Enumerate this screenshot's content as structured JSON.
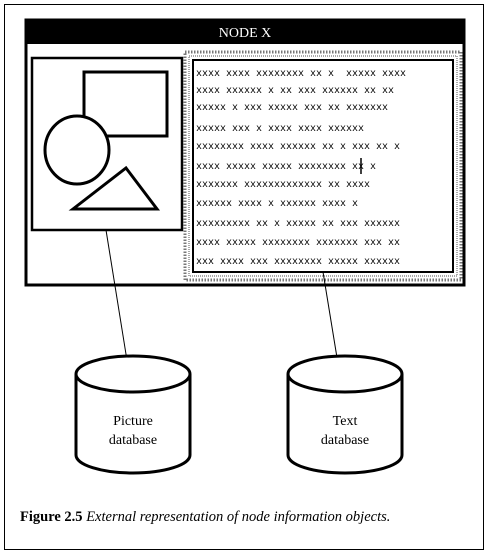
{
  "window": {
    "title": "NODE X"
  },
  "text_object": {
    "lines": [
      "xxxx xxxx xxxxxxxx xx x  xxxxx xxxx",
      "xxxx xxxxxx x xx xxx xxxxxx xx xx",
      "xxxxx x xxx xxxxx xxx xx xxxxxxx",
      "xxxxx xxx x xxxx xxxx xxxxxx",
      "xxxxxxxx xxxx xxxxxx xx x xxx xx x",
      "xxxx xxxxx xxxxx xxxxxxxx xx x",
      "xxxxxxx xxxxxxxxxxxxx xx xxxx",
      "xxxxxx xxxx x xxxxxx xxxx x",
      "xxxxxxxxx xx x xxxxx xx xxx xxxxxx",
      "xxxx xxxxx xxxxxxxx xxxxxxx xxx xx",
      "xxx xxxx xxx xxxxxxxx xxxxx xxxxxx"
    ]
  },
  "databases": {
    "picture": {
      "line1": "Picture",
      "line2": "database"
    },
    "text": {
      "line1": "Text",
      "line2": "database"
    }
  },
  "caption": {
    "label": "Figure 2.5",
    "text": "External representation of node information objects."
  }
}
